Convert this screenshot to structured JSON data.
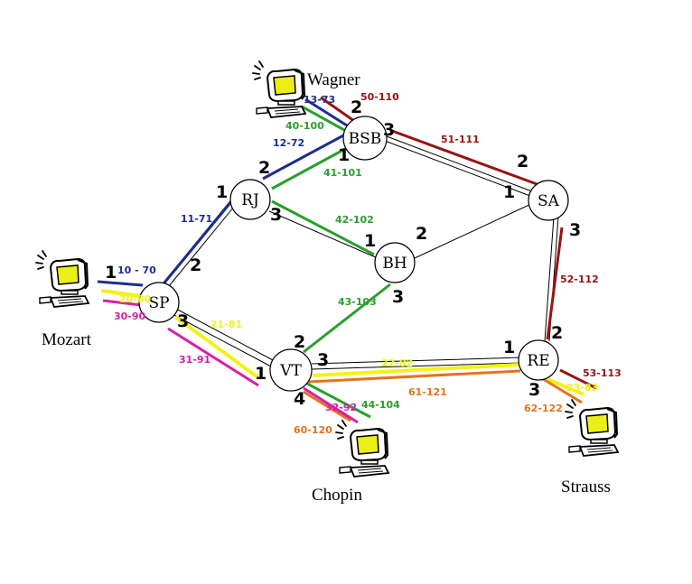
{
  "colors": {
    "blue": "#1c2e8e",
    "green": "#29a02d",
    "darkred": "#951515",
    "yellow": "#f2f21a",
    "orange": "#e6721e",
    "magenta": "#d51fa9",
    "screen": "#ecef13"
  },
  "nodes": {
    "sp": "SP",
    "rj": "RJ",
    "bsb": "BSB",
    "sa": "SA",
    "bh": "BH",
    "vt": "VT",
    "re": "RE"
  },
  "hosts": {
    "mozart": "Mozart",
    "wagner": "Wagner",
    "chopin": "Chopin",
    "strauss": "Strauss"
  },
  "ports": {
    "sp_mozart": "1",
    "sp_rj": "2",
    "sp_vt": "3",
    "rj_sp": "1",
    "rj_bsb": "2",
    "rj_bh": "3",
    "bsb_rj": "1",
    "bsb_wagner": "2",
    "bsb_sa": "3",
    "sa_bsb": "1",
    "sa_bh": "2",
    "sa_re": "3",
    "bh_rj": "1",
    "bh_sa": "2",
    "bh_vt": "3",
    "vt_sp": "1",
    "vt_bh": "2",
    "vt_re": "3",
    "vt_chopin": "4",
    "re_vt": "1",
    "re_sa": "2",
    "re_strauss": "3"
  },
  "paths": {
    "p10_70": "10 - 70",
    "p11_71": "11-71",
    "p12_72": "12-72",
    "p13_73": "13-73",
    "p40_100": "40-100",
    "p41_101": "41-101",
    "p42_102": "42-102",
    "p43_103": "43-103",
    "p44_104": "44-104",
    "p50_110": "50-110",
    "p51_111": "51-111",
    "p52_112": "52-112",
    "p53_113": "53-113",
    "p20_80": "20-80",
    "p21_81": "21-81",
    "p22_82": "22-82",
    "p23_83": "23-83",
    "p60_120": "60-120",
    "p61_121": "61-121",
    "p62_122": "62-122",
    "p30_90": "30-90",
    "p31_91": "31-91",
    "p32_92": "32-92"
  }
}
